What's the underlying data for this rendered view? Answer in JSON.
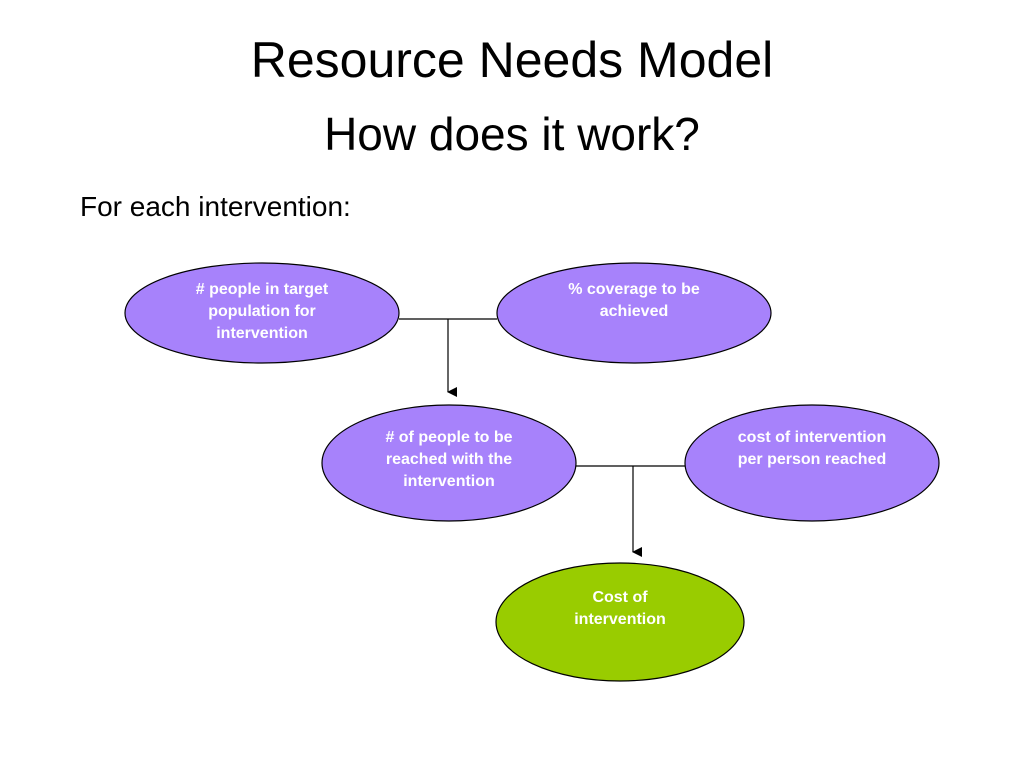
{
  "slide": {
    "title": "Resource Needs Model",
    "subtitle": "How does it work?",
    "intro": "For each intervention:"
  },
  "nodes": {
    "target_population": "# people in target population for intervention",
    "coverage": "% coverage to be achieved",
    "people_reached": "# of people to be reached with the intervention",
    "cost_per_person": "cost of intervention per person reached",
    "cost_of_intervention": "Cost of intervention"
  },
  "colors": {
    "input_fill": "#a782fb",
    "output_fill": "#99cc00",
    "outline": "#000000",
    "connector": "#000000"
  }
}
